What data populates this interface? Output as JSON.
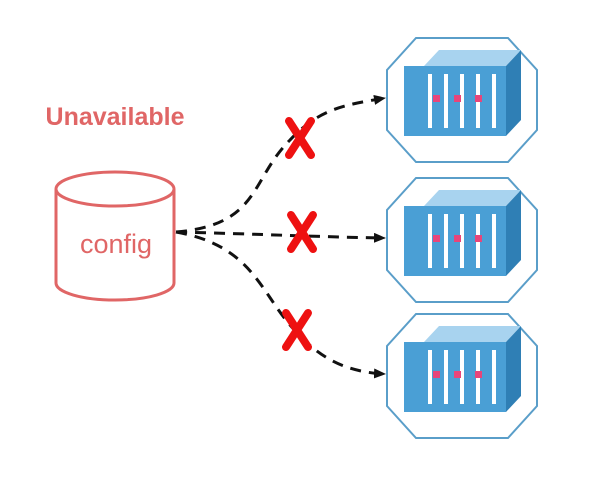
{
  "status": {
    "label": "Unavailable"
  },
  "datastore": {
    "label": "config",
    "icon": "database-cylinder-icon"
  },
  "targets": [
    {
      "icon": "container-icon"
    },
    {
      "icon": "container-icon"
    },
    {
      "icon": "container-icon"
    }
  ],
  "connections": [
    {
      "state": "failed",
      "marker": "red-x-icon"
    },
    {
      "state": "failed",
      "marker": "red-x-icon"
    },
    {
      "state": "failed",
      "marker": "red-x-icon"
    }
  ],
  "colors": {
    "unavailable": "#e06666",
    "cross": "#ee1111",
    "container_fill": "#4a9fd5",
    "container_outline": "#5a9ec9",
    "container_dots": "#e8457a",
    "arrow": "#111111"
  }
}
